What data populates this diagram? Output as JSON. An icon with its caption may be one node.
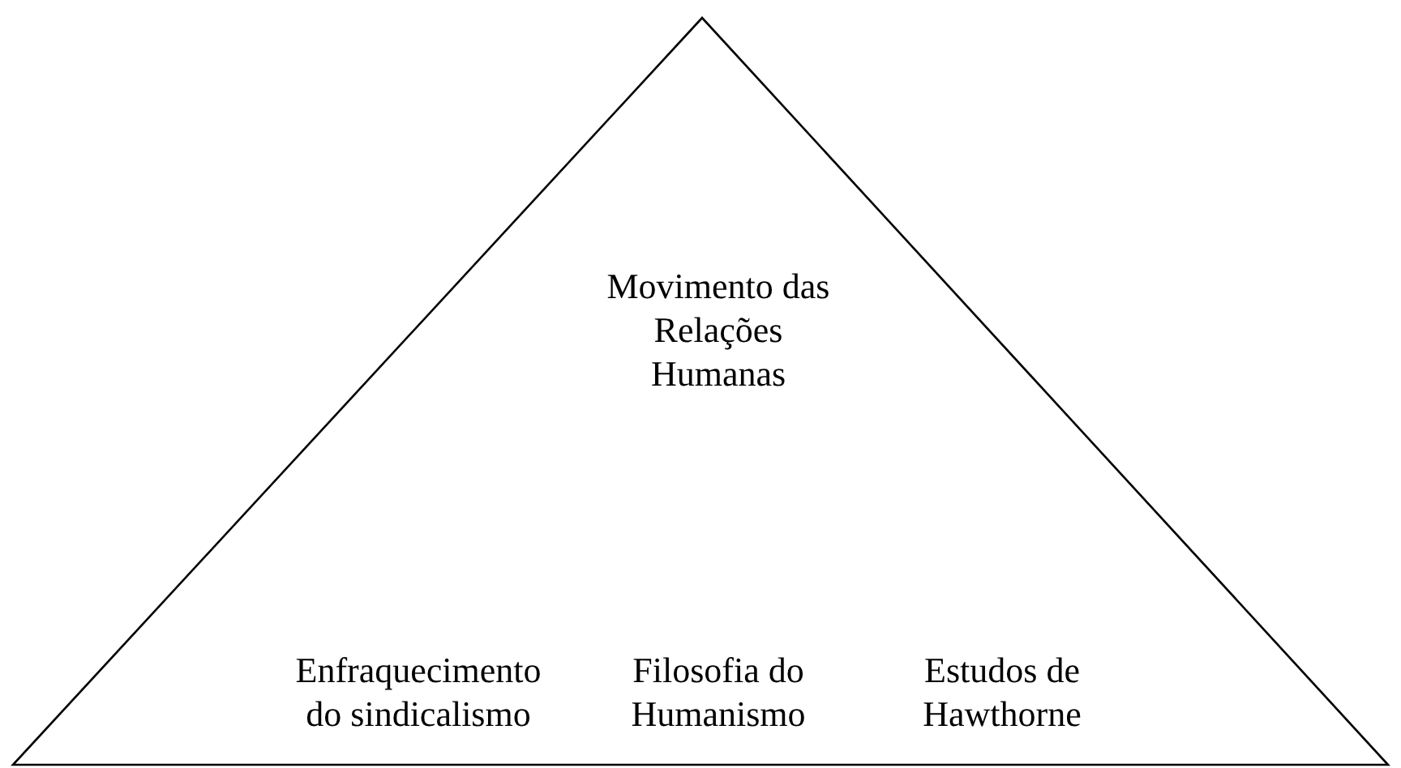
{
  "diagram": {
    "nodes": [
      {
        "text": [
          "Movimento das Relações Humanas",
          "Enfraquecimento do sindicalismo",
          "Filosofia do Humanismo",
          "Estudos de Hawthorne"
        ]
      }
    ]
  }
}
